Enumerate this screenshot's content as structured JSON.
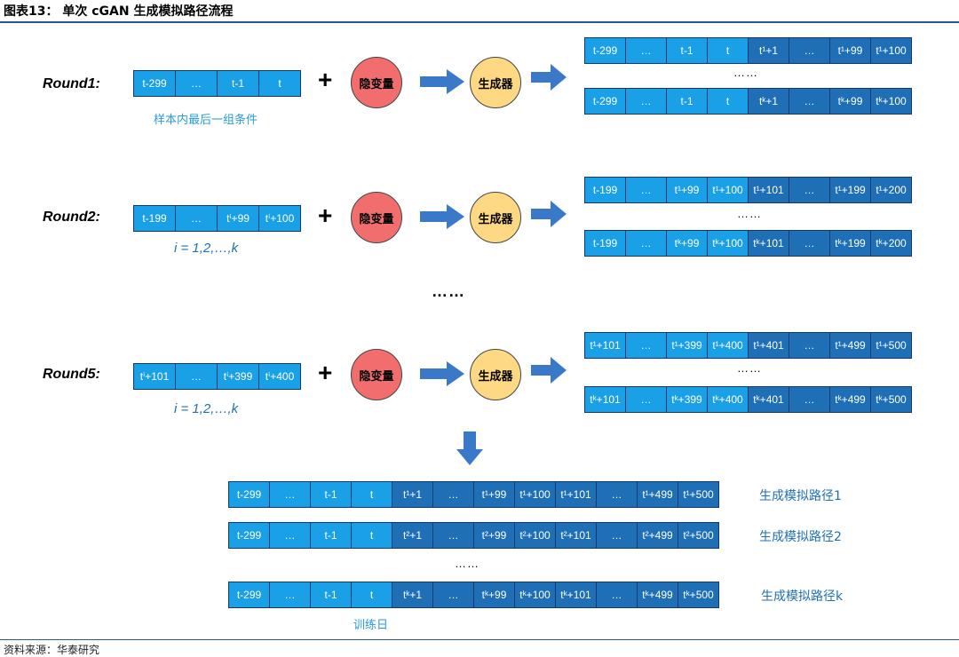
{
  "title": "图表13： 单次 cGAN 生成模拟路径流程",
  "source": "资料来源：华泰研究",
  "colors": {
    "light_cell": "#1aa0e6",
    "dark_cell": "#1f6fb6",
    "latent": "#f26d6d",
    "generator": "#ffd884",
    "arrow": "#3a78c8"
  },
  "latent_label": "隐变量",
  "generator_label": "生成器",
  "plus": "+",
  "ellipsis_small": "……",
  "ellipsis_mid": "……",
  "rounds": [
    {
      "label": "Round1:",
      "input_cells": [
        "t-299",
        "…",
        "t-1",
        "t"
      ],
      "note": "样本内最后一组条件",
      "output_top": [
        "t-299",
        "…",
        "t-1",
        "t",
        "t¹+1",
        "…",
        "t¹+99",
        "t¹+100"
      ],
      "output_bottom": [
        "t-299",
        "…",
        "t-1",
        "t",
        "tᵏ+1",
        "…",
        "tᵏ+99",
        "tᵏ+100"
      ]
    },
    {
      "label": "Round2:",
      "input_cells": [
        "t-199",
        "…",
        "tⁱ+99",
        "tⁱ+100"
      ],
      "note": "i = 1,2,…,k",
      "output_top": [
        "t-199",
        "…",
        "t¹+99",
        "t¹+100",
        "t¹+101",
        "…",
        "t¹+199",
        "t¹+200"
      ],
      "output_bottom": [
        "t-199",
        "…",
        "tᵏ+99",
        "tᵏ+100",
        "tᵏ+101",
        "…",
        "tᵏ+199",
        "tᵏ+200"
      ]
    },
    {
      "label": "Round5:",
      "input_cells": [
        "tⁱ+101",
        "…",
        "tⁱ+399",
        "tⁱ+400"
      ],
      "note": "i = 1,2,…,k",
      "output_top": [
        "t¹+101",
        "…",
        "t¹+399",
        "t¹+400",
        "t¹+401",
        "…",
        "t¹+499",
        "t¹+500"
      ],
      "output_bottom": [
        "tᵏ+101",
        "…",
        "tᵏ+399",
        "tᵏ+400",
        "tᵏ+401",
        "…",
        "tᵏ+499",
        "tᵏ+500"
      ]
    }
  ],
  "paths": [
    {
      "label": "生成模拟路径1",
      "cells": [
        "t-299",
        "…",
        "t-1",
        "t",
        "t¹+1",
        "…",
        "t¹+99",
        "t¹+100",
        "t¹+101",
        "…",
        "t¹+499",
        "t¹+500"
      ]
    },
    {
      "label": "生成模拟路径2",
      "cells": [
        "t-299",
        "…",
        "t-1",
        "t",
        "t²+1",
        "…",
        "t²+99",
        "t²+100",
        "t²+101",
        "…",
        "t²+499",
        "t²+500"
      ]
    },
    {
      "label": "生成模拟路径k",
      "cells": [
        "t-299",
        "…",
        "t-1",
        "t",
        "tᵏ+1",
        "…",
        "tᵏ+99",
        "tᵏ+100",
        "tᵏ+101",
        "…",
        "tᵏ+499",
        "tᵏ+500"
      ]
    }
  ],
  "train_label": "训练日"
}
